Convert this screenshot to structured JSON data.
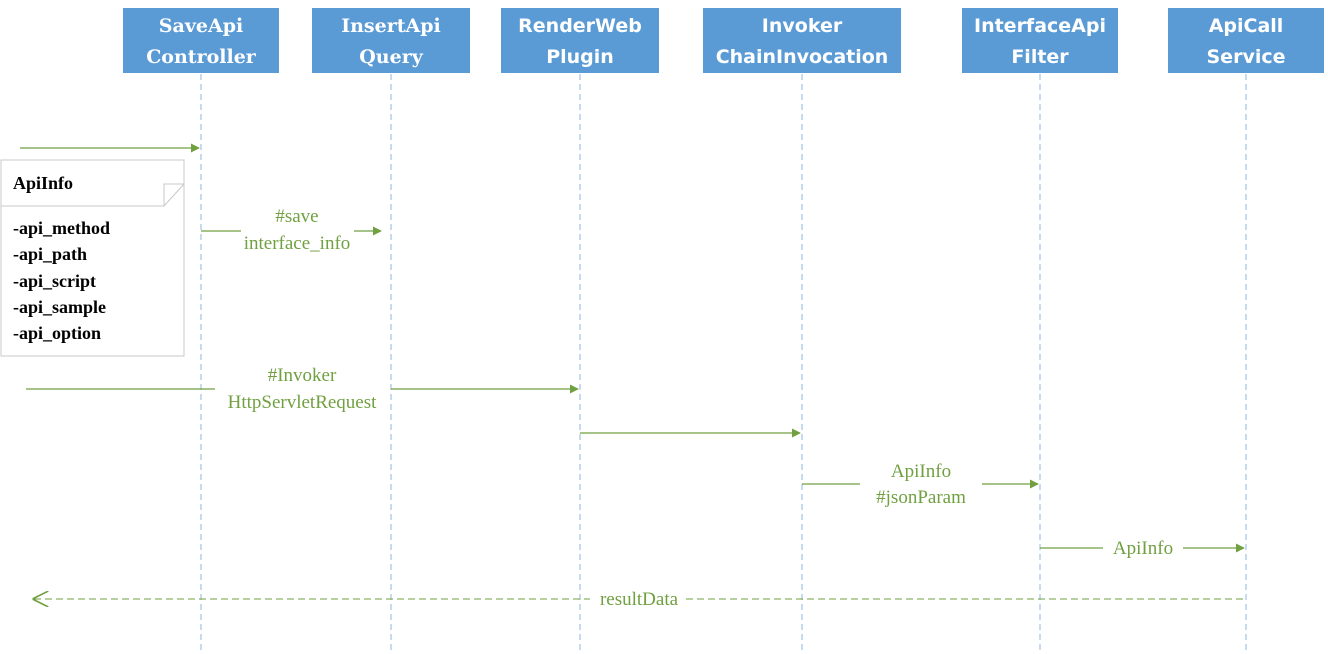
{
  "participants": [
    {
      "line1": "SaveApi",
      "line2": "Controller"
    },
    {
      "line1": "InsertApi",
      "line2": "Query"
    },
    {
      "line1": "RenderWeb",
      "line2": "Plugin"
    },
    {
      "line1": "Invoker",
      "line2": "ChainInvocation"
    },
    {
      "line1": "InterfaceApi",
      "line2": "Filter"
    },
    {
      "line1": "ApiCall",
      "line2": "Service"
    }
  ],
  "messages": [
    {
      "line1": "",
      "line2": ""
    },
    {
      "line1": "#save",
      "line2": "interface_info"
    },
    {
      "line1": "#Invoker",
      "line2": "HttpServletRequest"
    },
    {
      "line1": "",
      "line2": ""
    },
    {
      "line1": "ApiInfo",
      "line2": "#jsonParam"
    },
    {
      "line1": "ApiInfo",
      "line2": ""
    },
    {
      "line1": "resultData",
      "line2": ""
    }
  ],
  "note": {
    "title": "ApiInfo",
    "fields": [
      "-api_method",
      "-api_path",
      "-api_script",
      "-api_sample",
      "-api_option"
    ]
  },
  "colors": {
    "header_fill": "#5b9bd5",
    "lifeline": "#8db4e2",
    "arrow": "#70a040"
  }
}
